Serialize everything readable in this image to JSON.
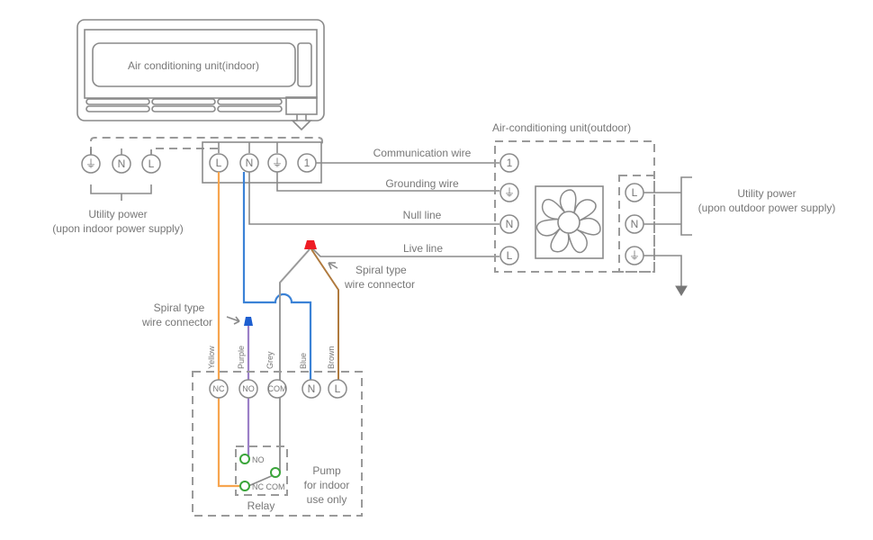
{
  "indoor_unit": {
    "title": "Air conditioning unit(indoor)",
    "terminals": [
      "L",
      "N",
      "⏚",
      "1"
    ]
  },
  "indoor_supply": {
    "terminals": [
      "⏚",
      "N",
      "L"
    ],
    "label_line1": "Utility power",
    "label_line2": "(upon indoor power supply)"
  },
  "outdoor_unit": {
    "title": "Air-conditioning unit(outdoor)",
    "terminals": [
      "1",
      "⏚",
      "N",
      "L"
    ],
    "power_terminals": [
      "L",
      "N",
      "⏚"
    ],
    "fan_icon": "fan-icon",
    "label_line1": "Utility power",
    "label_line2": "(upon outdoor power supply)"
  },
  "connections": [
    {
      "label": "Communication wire"
    },
    {
      "label": "Grounding wire"
    },
    {
      "label": "Null line"
    },
    {
      "label": "Live line"
    }
  ],
  "connectors": {
    "red": {
      "line1": "Spiral type",
      "line2": "wire connector",
      "color": "#ee1c24"
    },
    "blue": {
      "line1": "Spiral type",
      "line2": "wire connector",
      "color": "#1e5fd0"
    }
  },
  "pump": {
    "terminals": [
      "NC",
      "NO",
      "COM",
      "N",
      "L"
    ],
    "wire_colors": [
      {
        "name": "Yellow",
        "hex": "#f7a54f"
      },
      {
        "name": "Purple",
        "hex": "#9b7fc7"
      },
      {
        "name": "Grey",
        "hex": "#9a9a9a"
      },
      {
        "name": "Blue",
        "hex": "#3b82d6"
      },
      {
        "name": "Brown",
        "hex": "#b07a3e"
      }
    ],
    "label_line1": "Pump",
    "label_line2": "for indoor",
    "label_line3": "use only",
    "relay": {
      "label": "Relay",
      "no_label": "NO",
      "nc_com_label": "NC COM",
      "contact_color": "#3aa53a"
    }
  }
}
